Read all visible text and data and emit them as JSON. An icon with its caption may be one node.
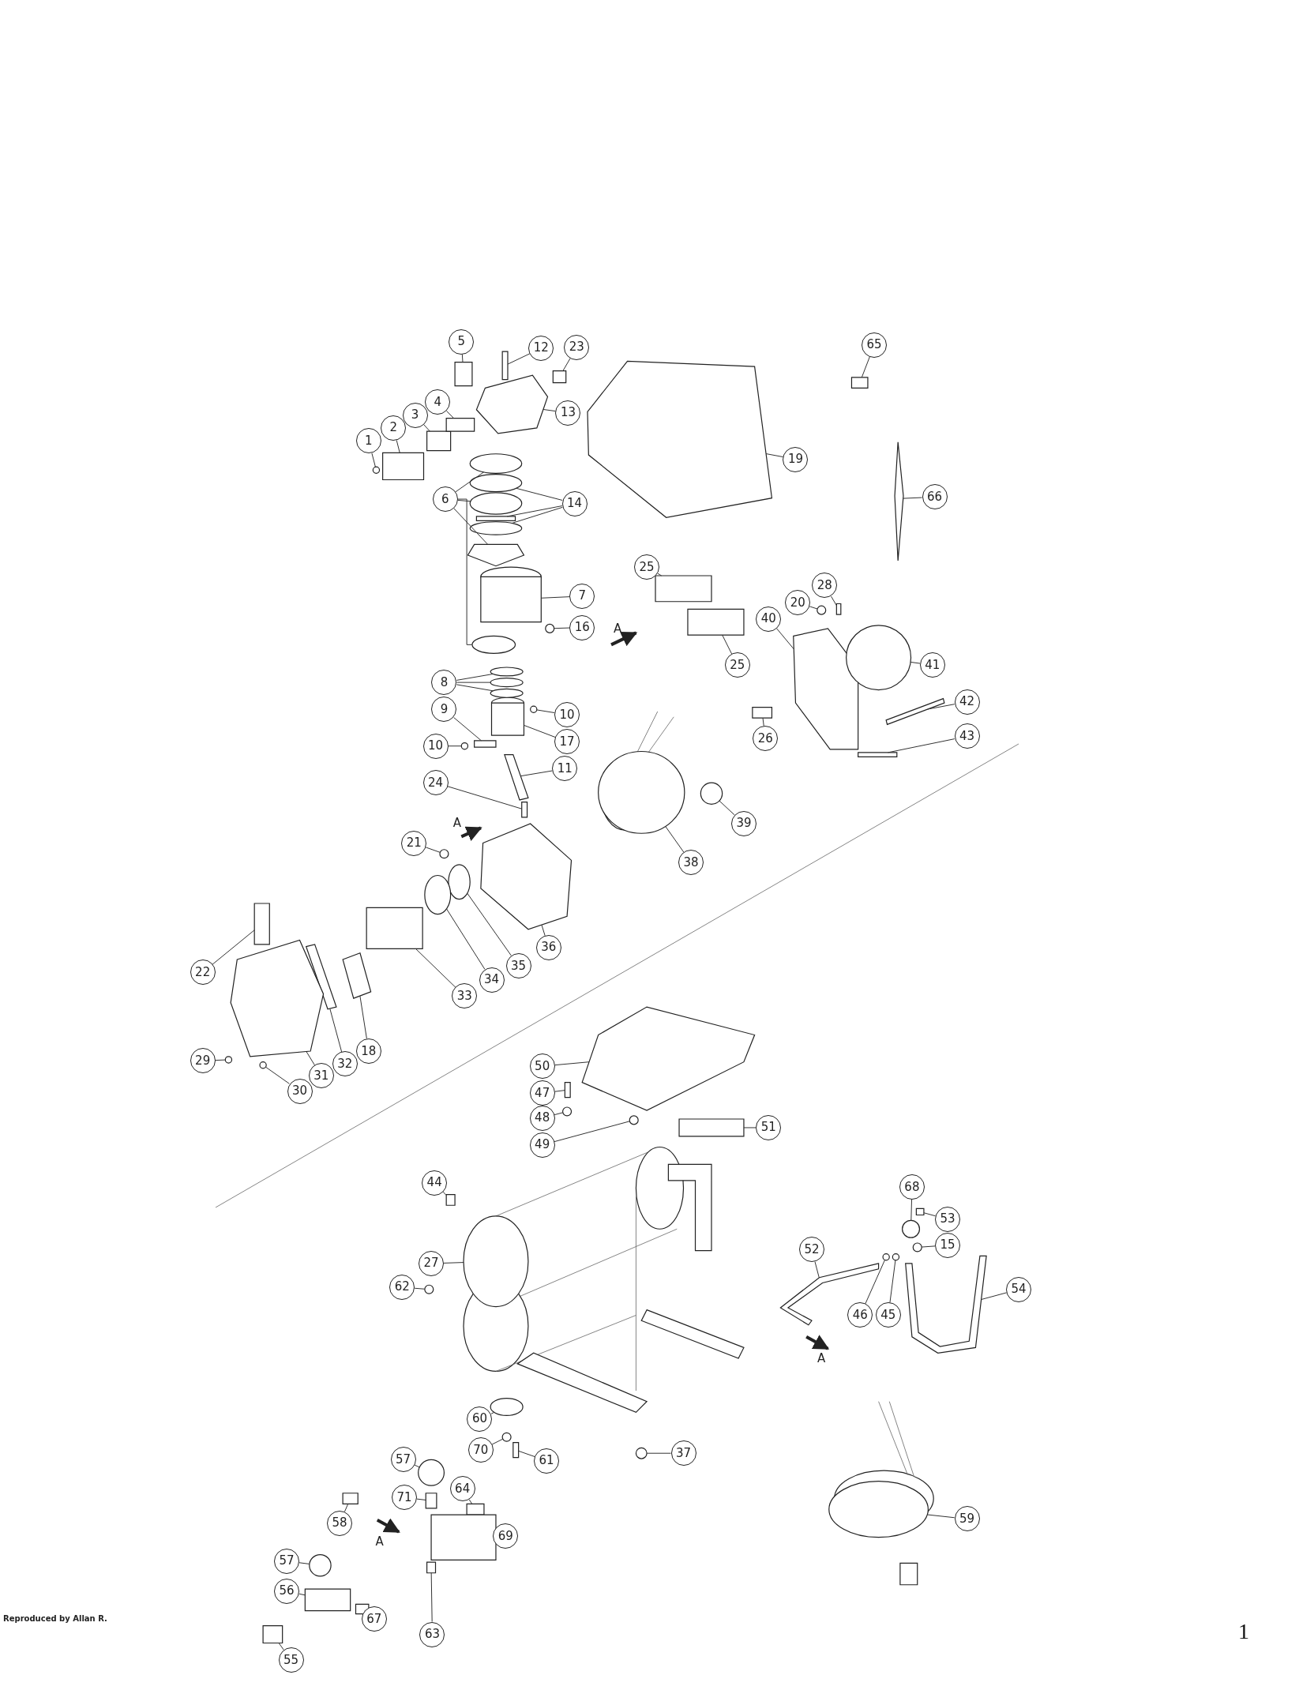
{
  "diagram": {
    "nodes": [
      {
        "text": [
          "1"
        ]
      },
      {
        "text": [
          "2"
        ]
      },
      {
        "text": [
          "3"
        ]
      },
      {
        "text": [
          "4"
        ]
      },
      {
        "text": [
          "5"
        ]
      },
      {
        "text": [
          "12"
        ]
      },
      {
        "text": [
          "23"
        ]
      },
      {
        "text": [
          "13"
        ]
      },
      {
        "text": [
          "6"
        ]
      },
      {
        "text": [
          "14"
        ]
      },
      {
        "text": [
          "19"
        ]
      },
      {
        "text": [
          "65"
        ]
      },
      {
        "text": [
          "66"
        ]
      },
      {
        "text": [
          "7"
        ]
      },
      {
        "text": [
          "16"
        ]
      },
      {
        "text": [
          "25"
        ]
      },
      {
        "text": [
          "25"
        ]
      },
      {
        "text": [
          "20"
        ]
      },
      {
        "text": [
          "28"
        ]
      },
      {
        "text": [
          "40"
        ]
      },
      {
        "text": [
          "41"
        ]
      },
      {
        "text": [
          "42"
        ]
      },
      {
        "text": [
          "43"
        ]
      },
      {
        "text": [
          "26"
        ]
      },
      {
        "text": [
          "8"
        ]
      },
      {
        "text": [
          "9"
        ]
      },
      {
        "text": [
          "10"
        ]
      },
      {
        "text": [
          "10"
        ]
      },
      {
        "text": [
          "17"
        ]
      },
      {
        "text": [
          "11"
        ]
      },
      {
        "text": [
          "24"
        ]
      },
      {
        "text": [
          "39"
        ]
      },
      {
        "text": [
          "38"
        ]
      },
      {
        "text": [
          "21"
        ]
      },
      {
        "text": [
          "36"
        ]
      },
      {
        "text": [
          "35"
        ]
      },
      {
        "text": [
          "34"
        ]
      },
      {
        "text": [
          "33"
        ]
      },
      {
        "text": [
          "22"
        ]
      },
      {
        "text": [
          "18"
        ]
      },
      {
        "text": [
          "32"
        ]
      },
      {
        "text": [
          "31"
        ]
      },
      {
        "text": [
          "29"
        ]
      },
      {
        "text": [
          "30"
        ]
      },
      {
        "text": [
          "50"
        ]
      },
      {
        "text": [
          "47"
        ]
      },
      {
        "text": [
          "48"
        ]
      },
      {
        "text": [
          "49"
        ]
      },
      {
        "text": [
          "51"
        ]
      },
      {
        "text": [
          "44"
        ]
      },
      {
        "text": [
          "27"
        ]
      },
      {
        "text": [
          "62"
        ]
      },
      {
        "text": [
          "68"
        ]
      },
      {
        "text": [
          "53"
        ]
      },
      {
        "text": [
          "15"
        ]
      },
      {
        "text": [
          "52"
        ]
      },
      {
        "text": [
          "46"
        ]
      },
      {
        "text": [
          "45"
        ]
      },
      {
        "text": [
          "54"
        ]
      },
      {
        "text": [
          "60"
        ]
      },
      {
        "text": [
          "70"
        ]
      },
      {
        "text": [
          "61"
        ]
      },
      {
        "text": [
          "37"
        ]
      },
      {
        "text": [
          "57"
        ]
      },
      {
        "text": [
          "71"
        ]
      },
      {
        "text": [
          "64"
        ]
      },
      {
        "text": [
          "58"
        ]
      },
      {
        "text": [
          "69"
        ]
      },
      {
        "text": [
          "57"
        ]
      },
      {
        "text": [
          "56"
        ]
      },
      {
        "text": [
          "67"
        ]
      },
      {
        "text": [
          "63"
        ]
      },
      {
        "text": [
          "55"
        ]
      },
      {
        "text": [
          "59"
        ]
      },
      {
        "text": [],
        "shape": "circle"
      },
      {
        "text": [],
        "shape": "box"
      },
      {
        "text": [],
        "shape": "box"
      },
      {
        "text": [],
        "shape": "box"
      },
      {
        "text": [],
        "shape": "box"
      },
      {
        "text": [],
        "shape": "box"
      },
      {
        "text": [],
        "shape": "box"
      },
      {
        "text": [],
        "shape": "polygon"
      },
      {
        "text": [],
        "shape": "ellipse"
      },
      {
        "text": [],
        "shape": "ellipse"
      },
      {
        "text": [],
        "shape": "polygon"
      },
      {
        "text": [],
        "shape": "ellipse"
      },
      {
        "text": [],
        "shape": "ellipse"
      },
      {
        "text": [],
        "shape": "box"
      },
      {
        "text": [],
        "shape": "ellipse"
      },
      {
        "text": [],
        "shape": "polygon"
      },
      {
        "text": [],
        "shape": "box"
      },
      {
        "text": [],
        "shape": "polygon"
      },
      {
        "text": [],
        "shape": "box"
      },
      {
        "text": [],
        "shape": "circle"
      },
      {
        "text": [],
        "shape": "box"
      },
      {
        "text": [],
        "shape": "box"
      },
      {
        "text": [],
        "shape": "circle"
      },
      {
        "text": [],
        "shape": "box"
      },
      {
        "text": [],
        "shape": "polygon"
      },
      {
        "text": [],
        "shape": "circle"
      },
      {
        "text": [],
        "shape": "polygon"
      },
      {
        "text": [],
        "shape": "box"
      },
      {
        "text": [],
        "shape": "box"
      },
      {
        "text": [],
        "shape": "ellipse"
      },
      {
        "text": [],
        "shape": "ellipse"
      },
      {
        "text": [],
        "shape": "ellipse"
      },
      {
        "text": [],
        "shape": "box"
      },
      {
        "text": [],
        "shape": "circle"
      },
      {
        "text": [],
        "shape": "circle"
      },
      {
        "text": [],
        "shape": "box"
      },
      {
        "text": [],
        "shape": "polygon"
      },
      {
        "text": [],
        "shape": "box"
      },
      {
        "text": [],
        "shape": "circle"
      },
      {
        "text": [],
        "shape": "ellipse"
      },
      {
        "text": [],
        "shape": "circle"
      },
      {
        "text": [],
        "shape": "polygon"
      },
      {
        "text": [],
        "shape": "ellipse"
      },
      {
        "text": [],
        "shape": "ellipse"
      },
      {
        "text": [],
        "shape": "box"
      },
      {
        "text": [],
        "shape": "box"
      },
      {
        "text": [],
        "shape": "polygon"
      },
      {
        "text": [],
        "shape": "polygon"
      },
      {
        "text": [],
        "shape": "polygon"
      },
      {
        "text": [],
        "shape": "circle"
      },
      {
        "text": [],
        "shape": "circle"
      },
      {
        "text": [],
        "shape": "polygon"
      },
      {
        "text": [],
        "shape": "box"
      },
      {
        "text": [],
        "shape": "circle"
      },
      {
        "text": [],
        "shape": "circle"
      },
      {
        "text": [],
        "shape": "box"
      },
      {
        "text": [],
        "shape": "box"
      },
      {
        "text": [],
        "shape": "ellipse"
      },
      {
        "text": [],
        "shape": "circle"
      },
      {
        "text": [],
        "shape": "circle"
      },
      {
        "text": [],
        "shape": "box"
      },
      {
        "text": [],
        "shape": "circle"
      },
      {
        "text": [],
        "shape": "polygon"
      },
      {
        "text": [],
        "shape": "circle"
      },
      {
        "text": [],
        "shape": "circle"
      },
      {
        "text": [],
        "shape": "polygon"
      },
      {
        "text": [],
        "shape": "ellipse"
      },
      {
        "text": [],
        "shape": "circle"
      },
      {
        "text": [],
        "shape": "box"
      },
      {
        "text": [],
        "shape": "circle"
      },
      {
        "text": [],
        "shape": "circle"
      },
      {
        "text": [],
        "shape": "box"
      },
      {
        "text": [],
        "shape": "box"
      },
      {
        "text": [],
        "shape": "box"
      },
      {
        "text": [],
        "shape": "box"
      },
      {
        "text": [],
        "shape": "circle"
      },
      {
        "text": [],
        "shape": "box"
      },
      {
        "text": [],
        "shape": "box"
      },
      {
        "text": [],
        "shape": "box"
      },
      {
        "text": [],
        "shape": "box"
      },
      {
        "text": [],
        "shape": "ellipse"
      }
    ],
    "edges": [
      {
        "from": 0,
        "to": 74,
        "arrow": "none"
      },
      {
        "from": 1,
        "to": 75,
        "arrow": "none"
      },
      {
        "from": 2,
        "to": 76,
        "arrow": "none"
      },
      {
        "from": 3,
        "to": 77,
        "arrow": "none"
      },
      {
        "from": 4,
        "to": 78,
        "arrow": "none"
      },
      {
        "from": 5,
        "to": 79,
        "arrow": "none"
      },
      {
        "from": 6,
        "to": 80,
        "arrow": "none"
      },
      {
        "from": 7,
        "to": 81,
        "arrow": "none"
      },
      {
        "from": 8,
        "to": 82,
        "arrow": "none"
      },
      {
        "from": 8,
        "to": 83,
        "arrow": "none"
      },
      {
        "from": 8,
        "to": 84,
        "arrow": "none"
      },
      {
        "from": 8,
        "to": 85,
        "arrow": "none"
      },
      {
        "from": 9,
        "to": 86,
        "arrow": "none"
      },
      {
        "from": 9,
        "to": 87,
        "arrow": "none"
      },
      {
        "from": 9,
        "to": 88,
        "arrow": "none"
      },
      {
        "from": 10,
        "to": 89,
        "arrow": "none"
      },
      {
        "from": 11,
        "to": 90,
        "arrow": "none"
      },
      {
        "from": 12,
        "to": 91,
        "arrow": "none"
      },
      {
        "from": 13,
        "to": 92,
        "arrow": "none"
      },
      {
        "from": 14,
        "to": 93,
        "arrow": "none"
      },
      {
        "from": 15,
        "to": 94,
        "arrow": "none"
      },
      {
        "from": 16,
        "to": 95,
        "arrow": "none"
      },
      {
        "from": 17,
        "to": 96,
        "arrow": "none"
      },
      {
        "from": 18,
        "to": 97,
        "arrow": "none"
      },
      {
        "from": 19,
        "to": 98,
        "arrow": "none"
      },
      {
        "from": 20,
        "to": 99,
        "arrow": "none"
      },
      {
        "from": 21,
        "to": 100,
        "arrow": "none"
      },
      {
        "from": 22,
        "to": 101,
        "arrow": "none"
      },
      {
        "from": 23,
        "to": 102,
        "arrow": "none"
      },
      {
        "from": 24,
        "to": 103,
        "arrow": "none"
      },
      {
        "from": 24,
        "to": 104,
        "arrow": "none"
      },
      {
        "from": 24,
        "to": 105,
        "arrow": "none"
      },
      {
        "from": 25,
        "to": 106,
        "arrow": "none"
      },
      {
        "from": 26,
        "to": 107,
        "arrow": "none"
      },
      {
        "from": 27,
        "to": 108,
        "arrow": "none"
      },
      {
        "from": 28,
        "to": 109,
        "arrow": "none"
      },
      {
        "from": 29,
        "to": 110,
        "arrow": "none"
      },
      {
        "from": 30,
        "to": 111,
        "arrow": "none"
      },
      {
        "from": 31,
        "to": 112,
        "arrow": "none"
      },
      {
        "from": 32,
        "to": 113,
        "arrow": "none"
      },
      {
        "from": 33,
        "to": 114,
        "arrow": "none"
      },
      {
        "from": 34,
        "to": 115,
        "arrow": "none"
      },
      {
        "from": 35,
        "to": 116,
        "arrow": "none"
      },
      {
        "from": 36,
        "to": 117,
        "arrow": "none"
      },
      {
        "from": 37,
        "to": 118,
        "arrow": "none"
      },
      {
        "from": 38,
        "to": 119,
        "arrow": "none"
      },
      {
        "from": 39,
        "to": 120,
        "arrow": "none"
      },
      {
        "from": 40,
        "to": 121,
        "arrow": "none"
      },
      {
        "from": 41,
        "to": 122,
        "arrow": "none"
      },
      {
        "from": 42,
        "to": 123,
        "arrow": "none"
      },
      {
        "from": 43,
        "to": 124,
        "arrow": "none"
      },
      {
        "from": 44,
        "to": 125,
        "arrow": "none"
      },
      {
        "from": 45,
        "to": 126,
        "arrow": "none"
      },
      {
        "from": 46,
        "to": 127,
        "arrow": "none"
      },
      {
        "from": 47,
        "to": 128,
        "arrow": "none"
      },
      {
        "from": 48,
        "to": 129,
        "arrow": "none"
      },
      {
        "from": 49,
        "to": 130,
        "arrow": "none"
      },
      {
        "from": 50,
        "to": 131,
        "arrow": "none"
      },
      {
        "from": 51,
        "to": 132,
        "arrow": "none"
      },
      {
        "from": 52,
        "to": 133,
        "arrow": "none"
      },
      {
        "from": 53,
        "to": 134,
        "arrow": "none"
      },
      {
        "from": 54,
        "to": 135,
        "arrow": "none"
      },
      {
        "from": 55,
        "to": 136,
        "arrow": "none"
      },
      {
        "from": 56,
        "to": 137,
        "arrow": "none"
      },
      {
        "from": 57,
        "to": 138,
        "arrow": "none"
      },
      {
        "from": 58,
        "to": 139,
        "arrow": "none"
      },
      {
        "from": 59,
        "to": 140,
        "arrow": "none"
      },
      {
        "from": 60,
        "to": 141,
        "arrow": "none"
      },
      {
        "from": 61,
        "to": 142,
        "arrow": "none"
      },
      {
        "from": 62,
        "to": 143,
        "arrow": "none"
      },
      {
        "from": 63,
        "to": 144,
        "arrow": "none"
      },
      {
        "from": 64,
        "to": 145,
        "arrow": "none"
      },
      {
        "from": 65,
        "to": 146,
        "arrow": "none"
      },
      {
        "from": 66,
        "to": 147,
        "arrow": "none"
      },
      {
        "from": 67,
        "to": 148,
        "arrow": "none"
      },
      {
        "from": 68,
        "to": 149,
        "arrow": "none"
      },
      {
        "from": 69,
        "to": 150,
        "arrow": "none"
      },
      {
        "from": 70,
        "to": 151,
        "arrow": "none"
      },
      {
        "from": 71,
        "to": 152,
        "arrow": "none"
      },
      {
        "from": 72,
        "to": 153,
        "arrow": "none"
      },
      {
        "from": 73,
        "to": 154,
        "arrow": "none"
      }
    ],
    "labels": [
      "A",
      "A",
      "A",
      "A",
      "Reproduced by Allan R.",
      "1"
    ]
  }
}
